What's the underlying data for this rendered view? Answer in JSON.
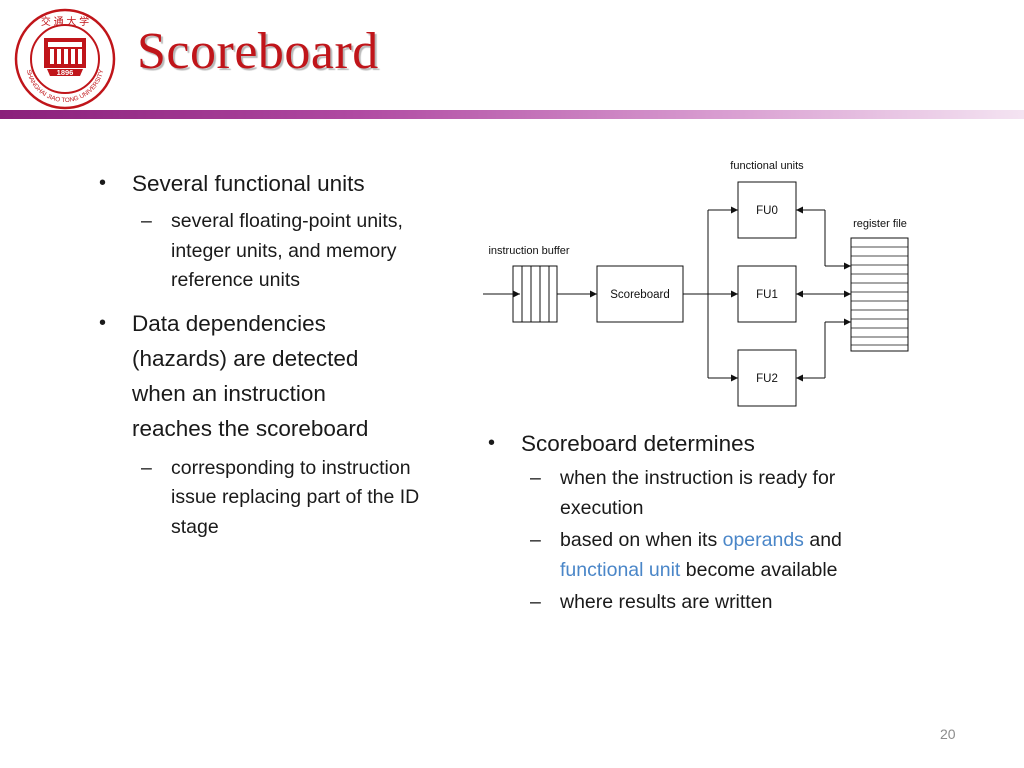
{
  "logo": {
    "name": "seal-logo",
    "text_top": "交 通 大 学",
    "text_ring": "SHANGHAI JIAO TONG UNIVERSITY",
    "year": "1896"
  },
  "slide": {
    "title": "Scoreboard",
    "page_number": "20"
  },
  "left_bullets": {
    "b1": "Several functional units",
    "b1_sub": [
      "several floating-point units,",
      "integer units, and memory",
      "reference units"
    ],
    "b2": [
      "Data dependencies",
      "(hazards) are detected",
      "when an instruction",
      "reaches the scoreboard"
    ],
    "b2_sub": [
      "corresponding to instruction",
      "issue replacing part of the ID",
      "stage"
    ]
  },
  "right_bullets": {
    "b1": "Scoreboard determines",
    "s1": [
      "when the instruction is ready for",
      "execution"
    ],
    "s2_l1_pre": "based on when its ",
    "s2_l1_hl": "operands",
    "s2_l1_post": " and",
    "s2_l2_hl": "functional unit",
    "s2_l2_post": " become available",
    "s3": "where results are written"
  },
  "diagram": {
    "functional_units_label": "functional units",
    "register_file_label": "register file",
    "instruction_buffer_label": "instruction buffer",
    "scoreboard_label": "Scoreboard",
    "fu_labels": [
      "FU0",
      "FU1",
      "FU2"
    ]
  },
  "colors": {
    "title": "#c0151a",
    "divider": "#8a1f7a",
    "highlight": "#4a86c8"
  }
}
